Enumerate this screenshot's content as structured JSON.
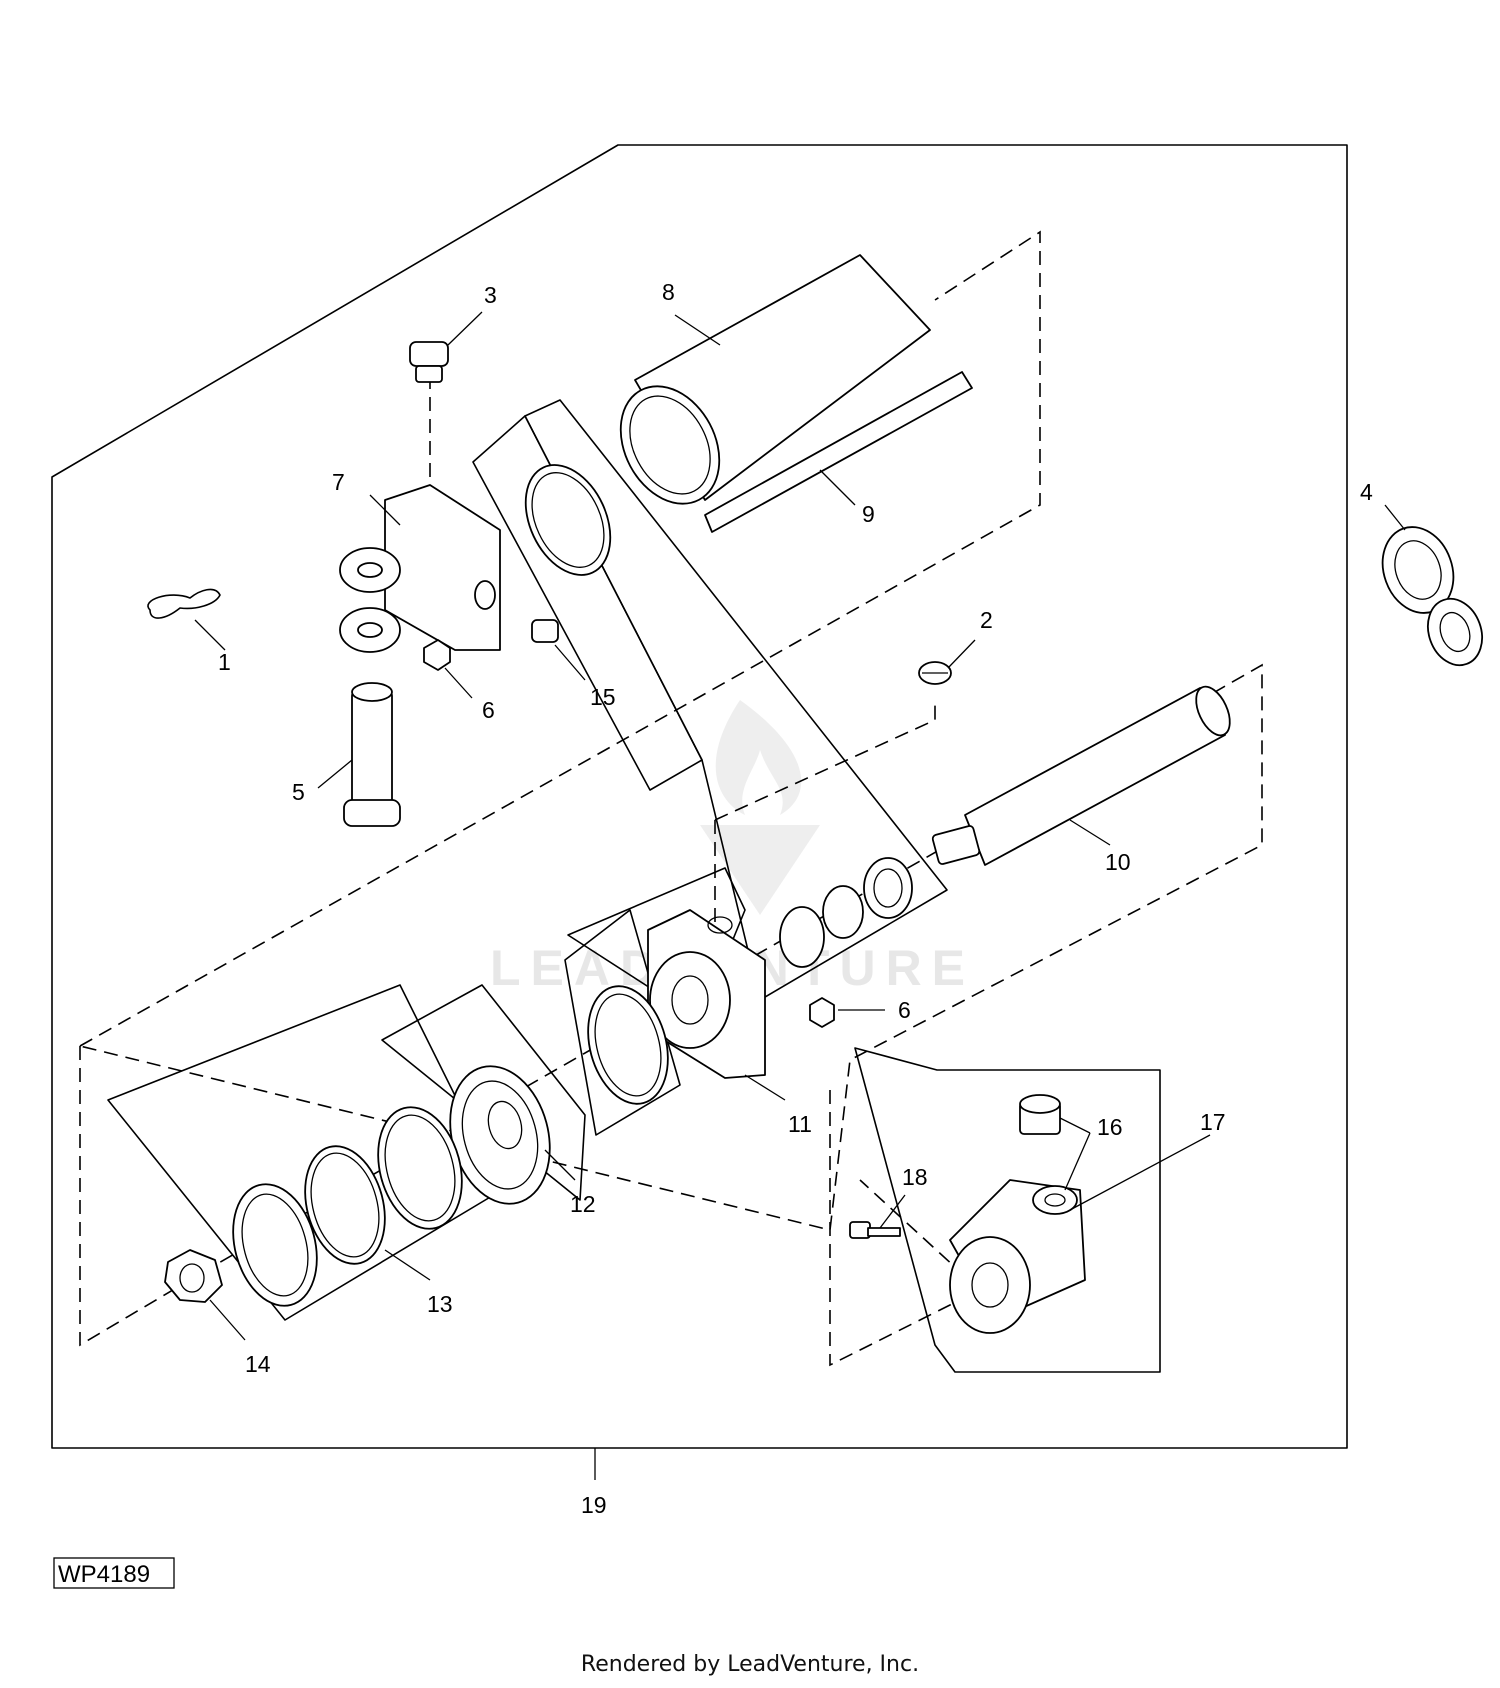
{
  "callouts": {
    "c1": "1",
    "c2": "2",
    "c3": "3",
    "c4": "4",
    "c5": "5",
    "c6a": "6",
    "c6b": "6",
    "c7": "7",
    "c8": "8",
    "c9": "9",
    "c10": "10",
    "c11": "11",
    "c12": "12",
    "c13": "13",
    "c14": "14",
    "c15": "15",
    "c16": "16",
    "c17": "17",
    "c18": "18",
    "c19": "19"
  },
  "figure_ref": "WP4189",
  "watermark": "LEADVENTURE",
  "footer": "Rendered by LeadVenture, Inc."
}
